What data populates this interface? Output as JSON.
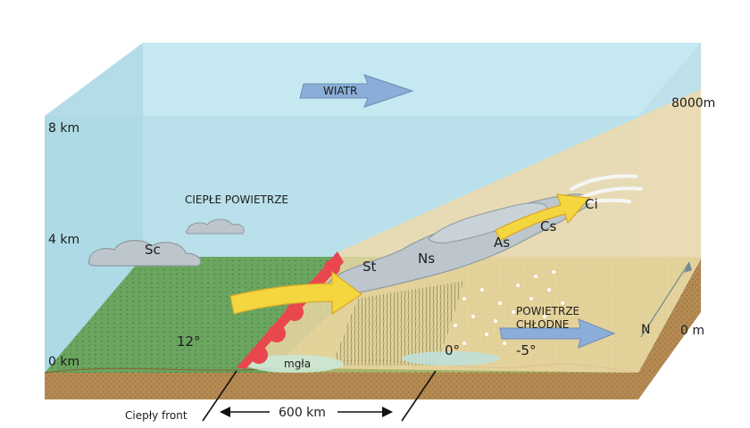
{
  "scale": {
    "top": "8 km",
    "middle": "4 km",
    "bottom": "0 km",
    "right_top": "8000m",
    "right_bottom": "0 m"
  },
  "wind": {
    "label": "WIATR"
  },
  "warm_air": {
    "label": "CIEPŁE POWIETRZE"
  },
  "cold_air": {
    "line1": "POWIETRZE",
    "line2": "CHŁODNE"
  },
  "clouds": {
    "sc": "Sc",
    "st": "St",
    "ns": "Ns",
    "as": "As",
    "cs": "Cs",
    "ci": "Ci"
  },
  "temperatures": {
    "warm": "12°",
    "front": "0°",
    "cold": "-5°"
  },
  "fog": "mgła",
  "front_label": "Ciepły front",
  "distance": "600 km",
  "north": "N",
  "colors": {
    "sky": "#bfe3ec",
    "warm_ground": "#6aa660",
    "cold_ground": "#a8b36a",
    "soil": "#b58a52",
    "front": "#e8484d",
    "warm_arrow": "#f4d63f",
    "cold_arrow": "#8aaed8",
    "cloud": "#bcc6cc"
  }
}
